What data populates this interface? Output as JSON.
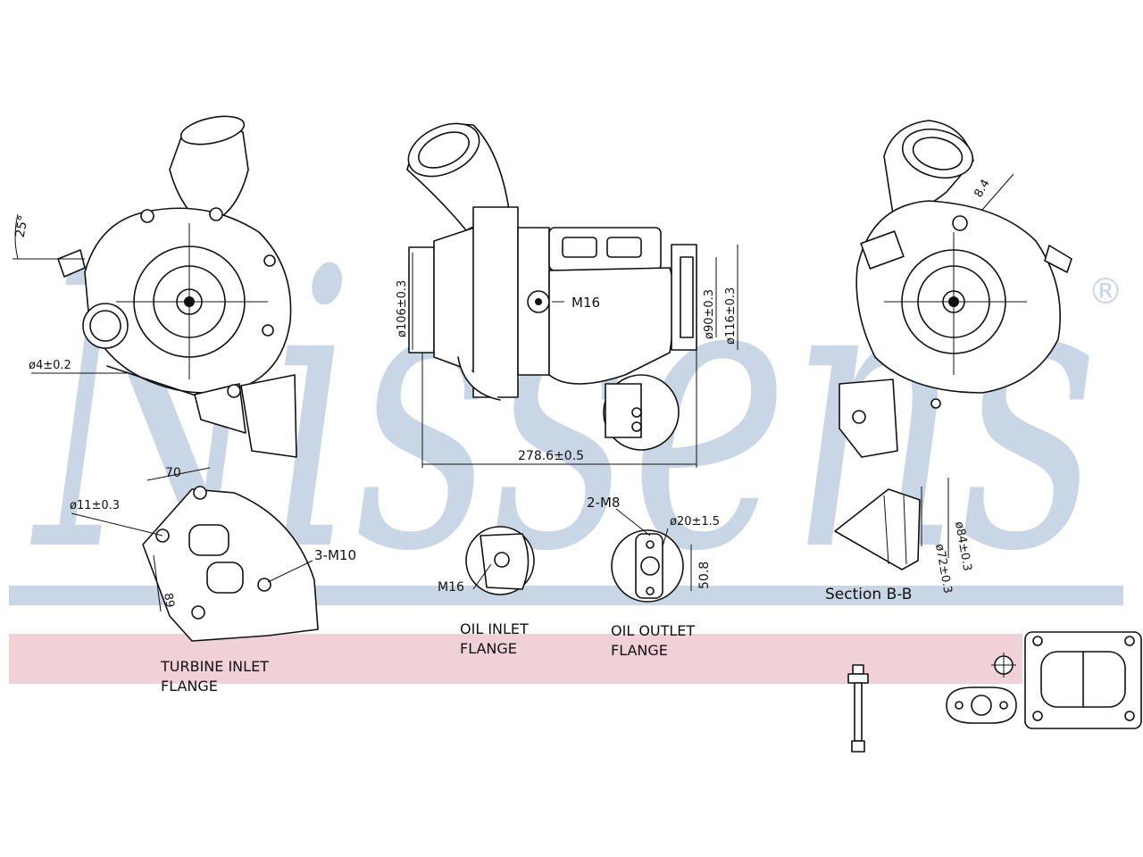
{
  "brand": {
    "watermark_text": "Nissens",
    "registered_mark": "®",
    "watermark_color": "#c9d6e6",
    "band_blue": "#c9d6e6",
    "band_pink": "#f1d1d8"
  },
  "dimensions": {
    "angle": "25°",
    "hole_small": "ø4±0.2",
    "compressor_inlet": "ø106±0.3",
    "oil_inlet_thread": "M16",
    "outlet_inner": "ø90±0.3",
    "outlet_outer": "ø116±0.3",
    "overall_length": "278.6±0.5",
    "flange_hole": "ø11±0.3",
    "flange_width": "70",
    "flange_height": "89",
    "turbine_studs": "3-M10",
    "oil_inlet_flange_thread": "M16",
    "oil_outlet_bolts": "2-M8",
    "oil_outlet_bore": "ø20±1.5",
    "oil_outlet_pitch": "50.8",
    "section_inner": "ø72±0.3",
    "section_outer": "ø84±0.3",
    "section_angle": "8.4"
  },
  "labels": {
    "turbine_inlet_line1": "TURBINE INLET",
    "turbine_inlet_line2": "FLANGE",
    "oil_inlet_line1": "OIL INLET",
    "oil_inlet_line2": "FLANGE",
    "oil_outlet_line1": "OIL OUTLET",
    "oil_outlet_line2": "FLANGE",
    "section": "Section B-B"
  }
}
